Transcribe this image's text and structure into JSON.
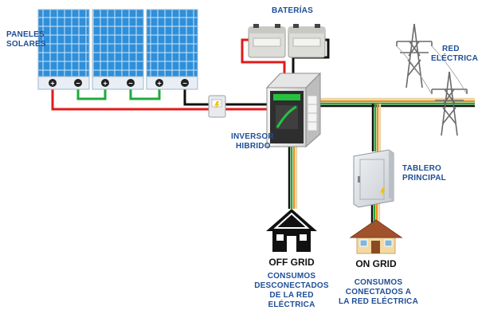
{
  "labels": {
    "solar_panels": [
      "PANELES",
      "SOLARES"
    ],
    "batteries": "BATERÍAS",
    "grid": [
      "RED",
      "ELÉCTRICA"
    ],
    "inverter": [
      "INVERSOR",
      "HIBRIDO"
    ],
    "main_panel": [
      "TABLERO",
      "PRINCIPAL"
    ],
    "off_grid_title": "OFF GRID",
    "off_grid_desc": [
      "CONSUMOS",
      "DESCONECTADOS",
      "DE LA RED",
      "ELÉCTRICA"
    ],
    "on_grid_title": "ON GRID",
    "on_grid_desc": [
      "CONSUMOS",
      "CONECTADOS A",
      "LA RED ELÉCTRICA"
    ]
  },
  "terminal_symbols": {
    "positive": "+",
    "negative": "−"
  },
  "colors": {
    "label_blue": "#1f4e96",
    "panel_blue": "#2f8fd8",
    "wire_red": "#e01b1b",
    "wire_black": "#111111",
    "wire_green": "#1faa3a",
    "wire_orange": "#f28c1c",
    "wire_beige": "#e9d7a6",
    "roof_brown": "#a0522d"
  }
}
